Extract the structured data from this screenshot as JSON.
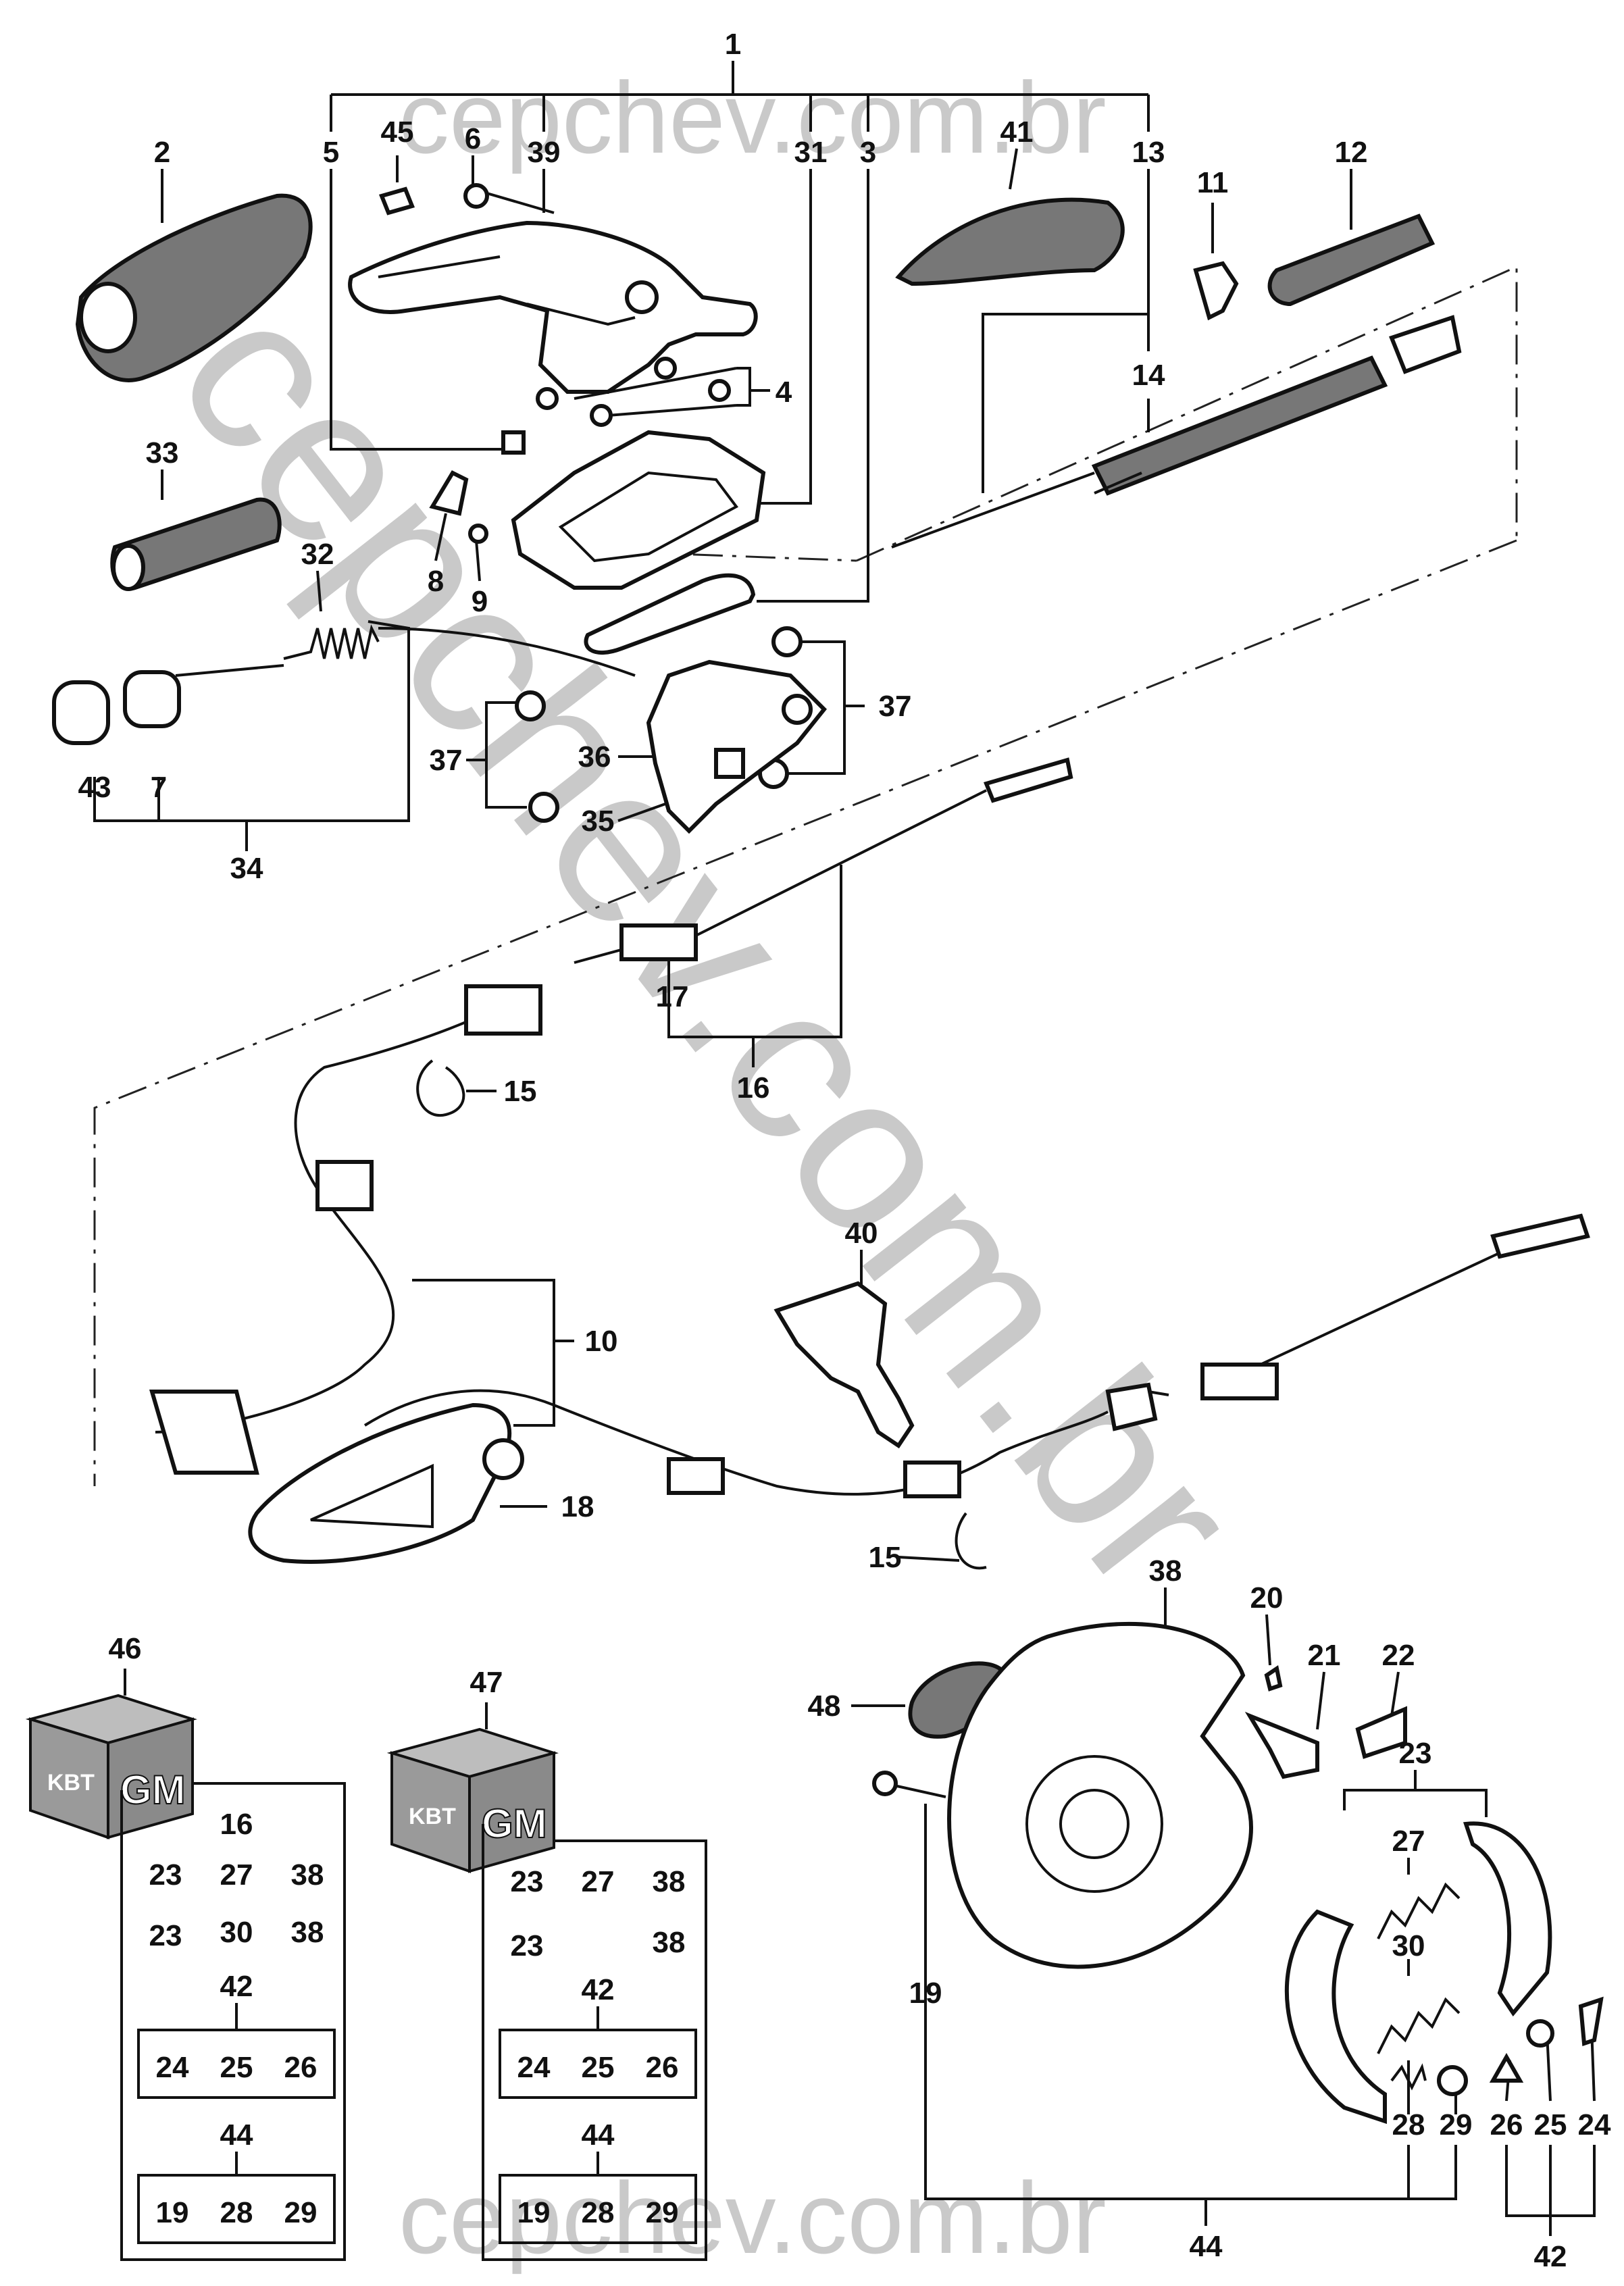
{
  "watermark": {
    "top": "cepchev.com.br",
    "diagonal": "cepchev.com.br",
    "bottom": "cepchev.com.br"
  },
  "callouts": [
    "1",
    "2",
    "3",
    "4",
    "5",
    "6",
    "7",
    "8",
    "9",
    "10",
    "11",
    "12",
    "13",
    "14",
    "15",
    "16",
    "17",
    "18",
    "19",
    "20",
    "21",
    "22",
    "23",
    "24",
    "25",
    "26",
    "27",
    "28",
    "29",
    "30",
    "31",
    "32",
    "33",
    "34",
    "35",
    "36",
    "37",
    "38",
    "39",
    "40",
    "41",
    "42",
    "43",
    "44",
    "45",
    "46",
    "47",
    "48"
  ],
  "kits": [
    {
      "ref": "46",
      "rows": [
        [
          "16"
        ],
        [
          "23",
          "27",
          "38"
        ],
        [
          "23",
          "30",
          "38"
        ]
      ],
      "group_a": {
        "ref": "42",
        "items": [
          "24",
          "25",
          "26"
        ]
      },
      "group_b": {
        "ref": "44",
        "items": [
          "19",
          "28",
          "29"
        ]
      }
    },
    {
      "ref": "47",
      "rows": [
        [
          "23",
          "27",
          "38"
        ],
        [
          "23",
          "",
          "38"
        ]
      ],
      "group_a": {
        "ref": "42",
        "items": [
          "24",
          "25",
          "26"
        ]
      },
      "group_b": {
        "ref": "44",
        "items": [
          "19",
          "28",
          "29"
        ]
      }
    }
  ],
  "logo": {
    "text": "GM",
    "tag": "KBT"
  }
}
